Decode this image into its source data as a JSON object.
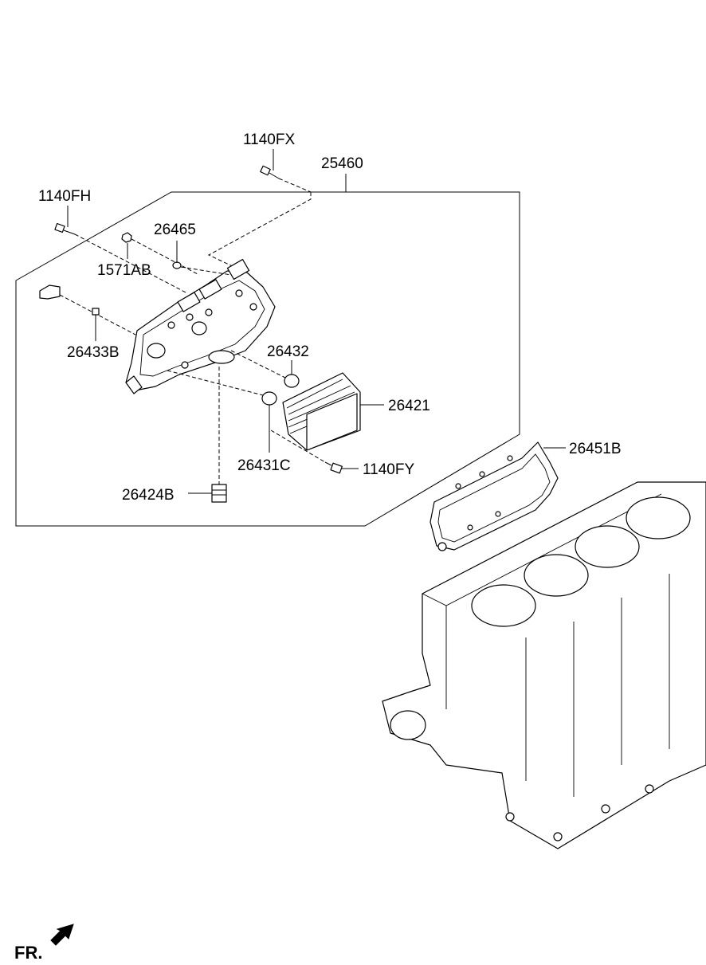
{
  "labels": {
    "p1140FX": "1140FX",
    "p25460": "25460",
    "p1140FH": "1140FH",
    "p26465": "26465",
    "p1571AB": "1571AB",
    "p26433B": "26433B",
    "p26432": "26432",
    "p26421": "26421",
    "p26451B": "26451B",
    "p26431C": "26431C",
    "p1140FY": "1140FY",
    "p26424B": "26424B"
  },
  "front_marker": "FR."
}
